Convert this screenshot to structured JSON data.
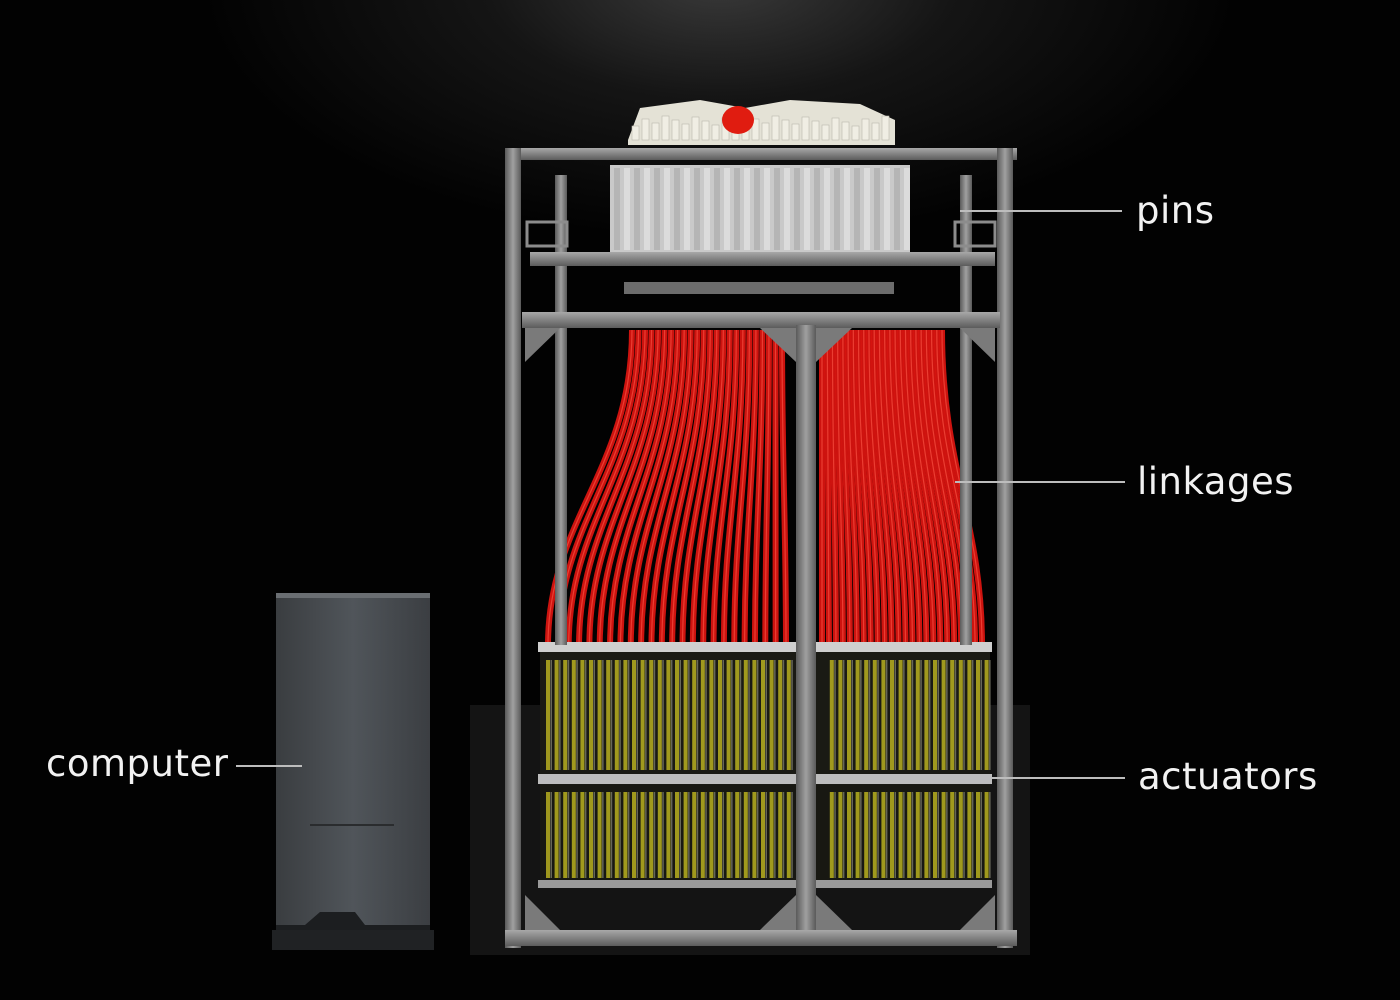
{
  "labels": {
    "pins": "pins",
    "linkages": "linkages",
    "actuators": "actuators",
    "computer": "computer"
  },
  "colors": {
    "background": "#000000",
    "linkage_red": "#d81410",
    "actuator_yellow": "#b8b020",
    "frame_gray": "#8a8a8a",
    "computer_gray": "#45494d",
    "label_text": "#f2f2f2"
  }
}
